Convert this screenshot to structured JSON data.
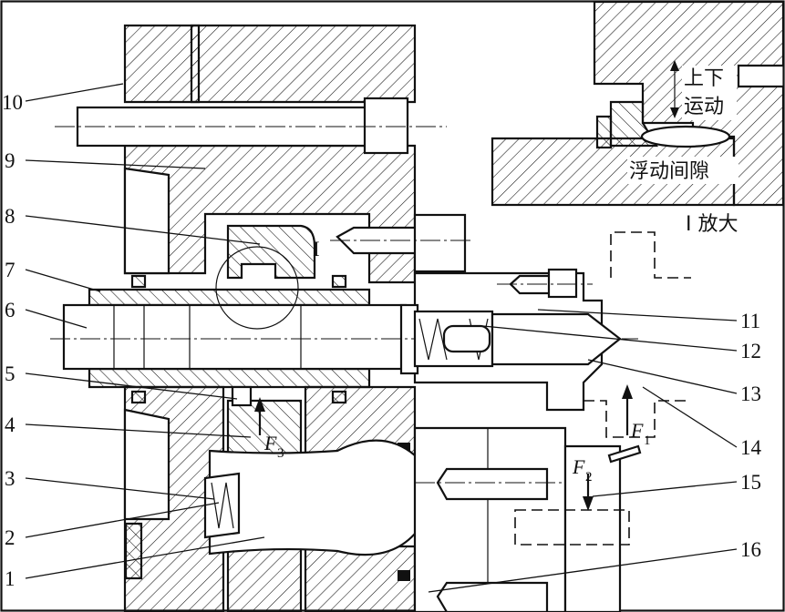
{
  "part_labels": [
    "1",
    "2",
    "3",
    "4",
    "5",
    "6",
    "7",
    "8",
    "9",
    "10",
    "11",
    "12",
    "13",
    "14",
    "15",
    "16"
  ],
  "detail": {
    "marker": "I",
    "motion_line1": "上下",
    "motion_line2": "运动",
    "gap": "浮动间隙",
    "enlarge": "I 放大"
  },
  "forces": [
    {
      "symbol": "F",
      "sub": "1"
    },
    {
      "symbol": "F",
      "sub": "2"
    },
    {
      "symbol": "F",
      "sub": "3"
    }
  ]
}
